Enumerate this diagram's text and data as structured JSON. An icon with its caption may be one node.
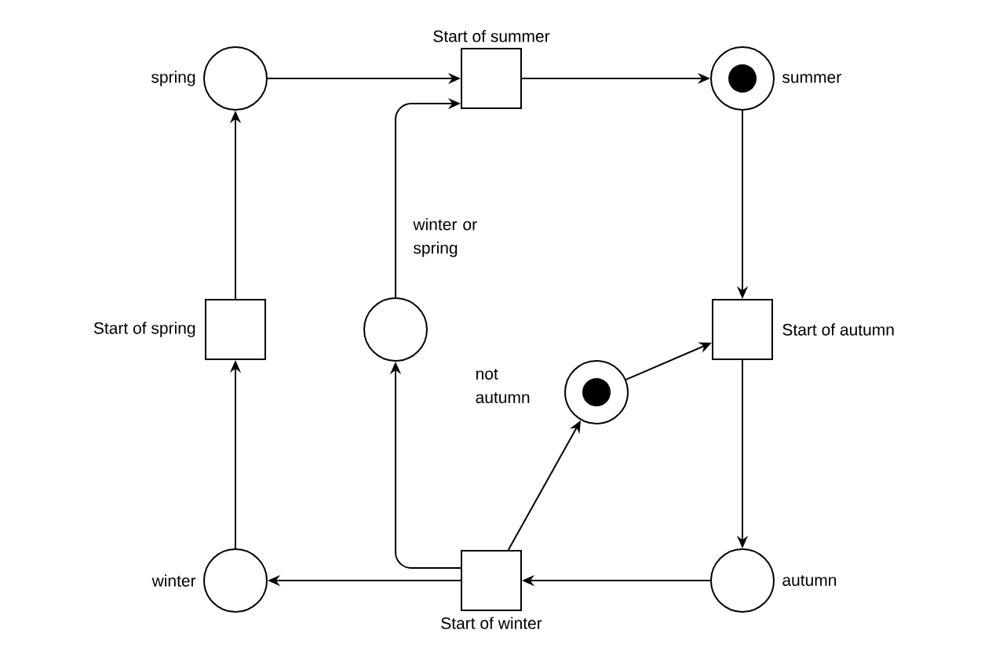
{
  "diagram": {
    "nodes": [
      {
        "text": [
          "spring"
        ]
      },
      {
        "text": [
          "Start of summer"
        ]
      },
      {
        "text": [
          "summer"
        ]
      },
      {
        "text": [
          "Start of spring"
        ]
      },
      {
        "text": [
          "winter or spring"
        ]
      },
      {
        "text": [
          "not autumn"
        ]
      },
      {
        "text": [
          "Start of autumn"
        ]
      },
      {
        "text": [
          "winter"
        ]
      },
      {
        "text": [
          "Start of winter"
        ]
      },
      {
        "text": [
          "autumn"
        ]
      }
    ],
    "edges": [
      {
        "from": 0,
        "to": 1,
        "arrow": "to"
      },
      {
        "from": 1,
        "to": 2,
        "arrow": "to"
      },
      {
        "from": 2,
        "to": 6,
        "arrow": "to"
      },
      {
        "from": 6,
        "to": 9,
        "arrow": "to"
      },
      {
        "from": 9,
        "to": 8,
        "arrow": "to"
      },
      {
        "from": 8,
        "to": 7,
        "arrow": "to"
      },
      {
        "from": 7,
        "to": 3,
        "arrow": "to"
      },
      {
        "from": 3,
        "to": 0,
        "arrow": "to"
      },
      {
        "from": 8,
        "to": 4,
        "arrow": "to"
      },
      {
        "from": 4,
        "to": 1,
        "arrow": "to"
      },
      {
        "from": 8,
        "to": 5,
        "arrow": "to"
      },
      {
        "from": 5,
        "to": 6,
        "arrow": "to"
      }
    ]
  }
}
